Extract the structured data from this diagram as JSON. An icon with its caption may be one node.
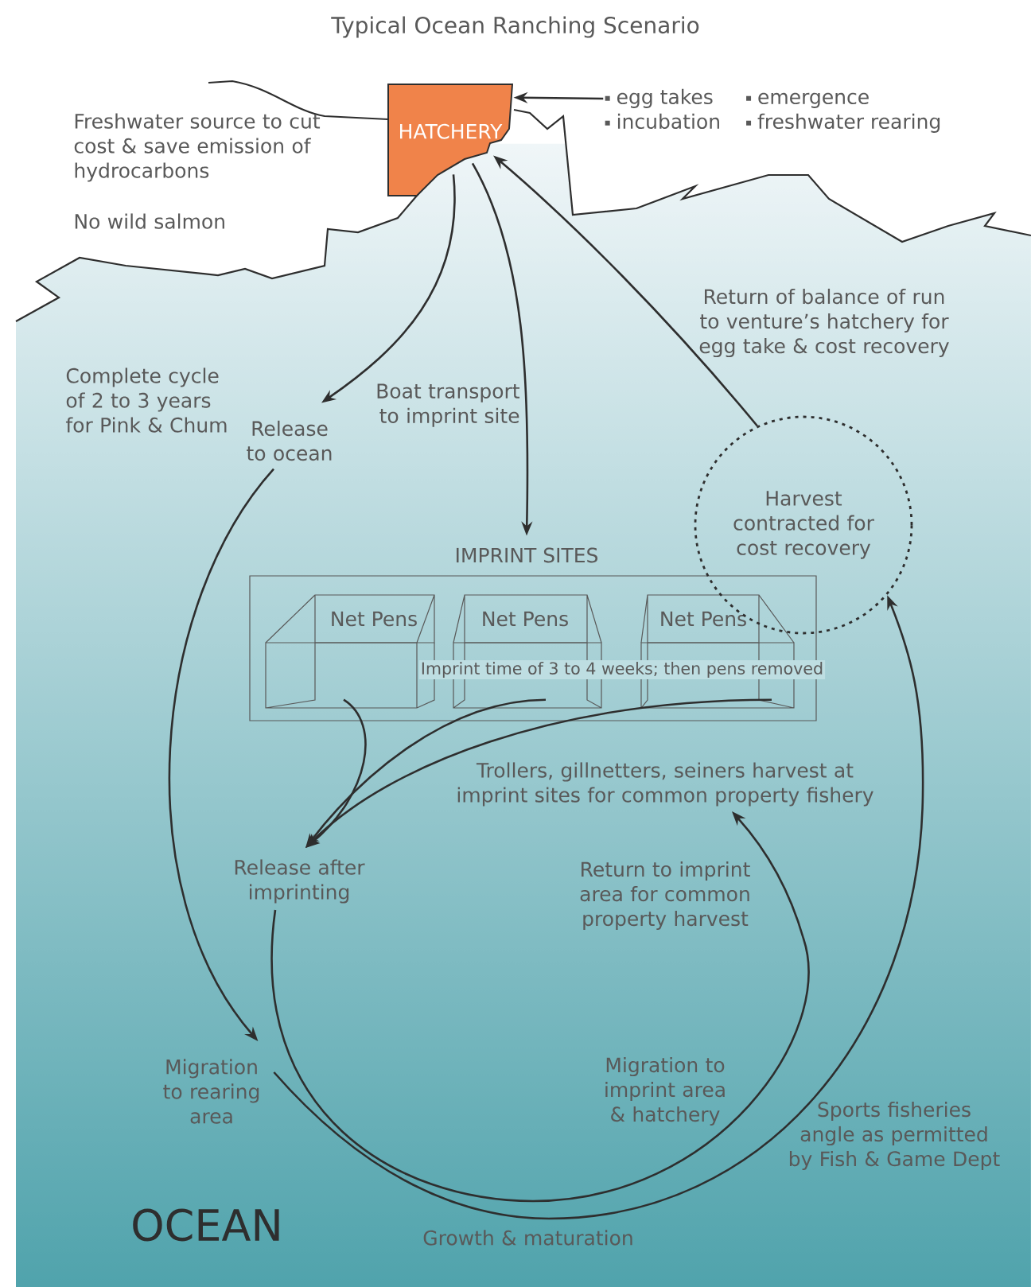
{
  "diagram": {
    "title": "Typical Ocean Ranching Scenario",
    "nodes": [
      {
        "text": [
          "HATCHERY"
        ]
      },
      {
        "text": [
          "egg takes",
          "emergence",
          "incubation",
          "freshwater rearing"
        ]
      },
      {
        "text": [
          "Release to ocean"
        ]
      },
      {
        "text": [
          "IMPRINT SITES",
          "Imprint time of 3 to 4 weeks; then pens removed"
        ]
      },
      {
        "text": [
          "Net Pens"
        ],
        "in": 3
      },
      {
        "text": [
          "Net Pens"
        ],
        "in": 3
      },
      {
        "text": [
          "Net Pens"
        ],
        "in": 3
      },
      {
        "text": [
          "Harvest contracted for cost recovery"
        ]
      },
      {
        "text": [
          "Trollers, gillnetters, seiners harvest at imprint sites for common property fishery"
        ]
      },
      {
        "text": [
          "Release after imprinting"
        ]
      },
      {
        "text": [
          "Migration to rearing area"
        ]
      }
    ],
    "edges": [
      {
        "from": 1,
        "to": 0,
        "arrow": "to"
      },
      {
        "from": 0,
        "to": 2,
        "arrow": "to"
      },
      {
        "from": 0,
        "to": 3,
        "arrow": "to",
        "label": "Boat transport to imprint site"
      },
      {
        "from": 7,
        "to": 0,
        "arrow": "to",
        "label": "Return of balance of run to venture’s hatchery for egg take & cost recovery"
      },
      {
        "from": 4,
        "to": 9,
        "arrow": "to"
      },
      {
        "from": 5,
        "to": 9,
        "arrow": "to"
      },
      {
        "from": 6,
        "to": 9,
        "arrow": "to"
      },
      {
        "from": 2,
        "to": 10,
        "arrow": "to"
      },
      {
        "from": 9,
        "to": 8,
        "arrow": "to",
        "label": "Return to imprint area for common property harvest"
      },
      {
        "from": 10,
        "to": 7,
        "arrow": "to"
      }
    ],
    "labels": [
      "Freshwater source to cut cost & save emission of hydrocarbons",
      "No wild salmon",
      "Complete cycle of 2 to 3 years for Pink & Chum",
      "Migration to imprint area & hatchery",
      "Sports fisheries angle as permitted by Fish & Game Dept",
      "OCEAN",
      "Growth & maturation"
    ]
  }
}
